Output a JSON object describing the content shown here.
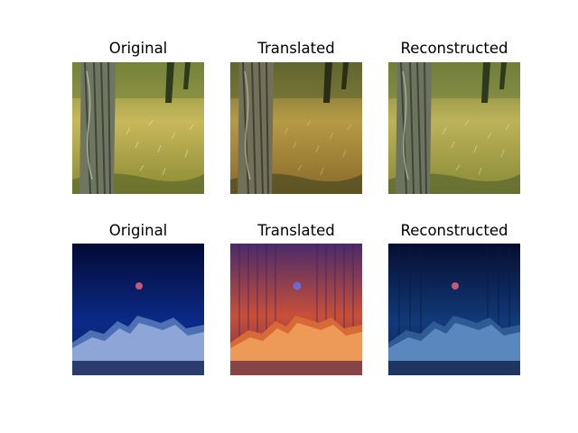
{
  "figure": {
    "panels": [
      {
        "title": "Original",
        "scene": "forest-painting-original",
        "palette": {
          "sky": "#c9b95a",
          "grass": "#9c9a3a",
          "tree": "#5f6a52",
          "shadow": "#3d4a2a"
        }
      },
      {
        "title": "Translated",
        "scene": "forest-painting-translated",
        "palette": {
          "sky": "#b9a04a",
          "grass": "#a0822f",
          "tree": "#6b6a4e",
          "shadow": "#3a3f22"
        }
      },
      {
        "title": "Reconstructed",
        "scene": "forest-painting-reconstructed",
        "palette": {
          "sky": "#bdb25a",
          "grass": "#98973c",
          "tree": "#687058",
          "shadow": "#3f4a2c"
        }
      },
      {
        "title": "Original",
        "scene": "night-mountain-original",
        "palette": {
          "sky_top": "#050c3a",
          "sky_bottom": "#0a2d8a",
          "mountain": "#8fa8d8",
          "moon": "#c05a78"
        }
      },
      {
        "title": "Translated",
        "scene": "night-mountain-translated",
        "palette": {
          "sky_top": "#3a2a6a",
          "sky_bottom": "#e0603a",
          "mountain": "#f0a060",
          "moon": "#6a6ad0"
        }
      },
      {
        "title": "Reconstructed",
        "scene": "night-mountain-reconstructed",
        "palette": {
          "sky_top": "#061238",
          "sky_bottom": "#123a7a",
          "mountain": "#5a88c0",
          "moon": "#c05a78"
        }
      }
    ]
  }
}
